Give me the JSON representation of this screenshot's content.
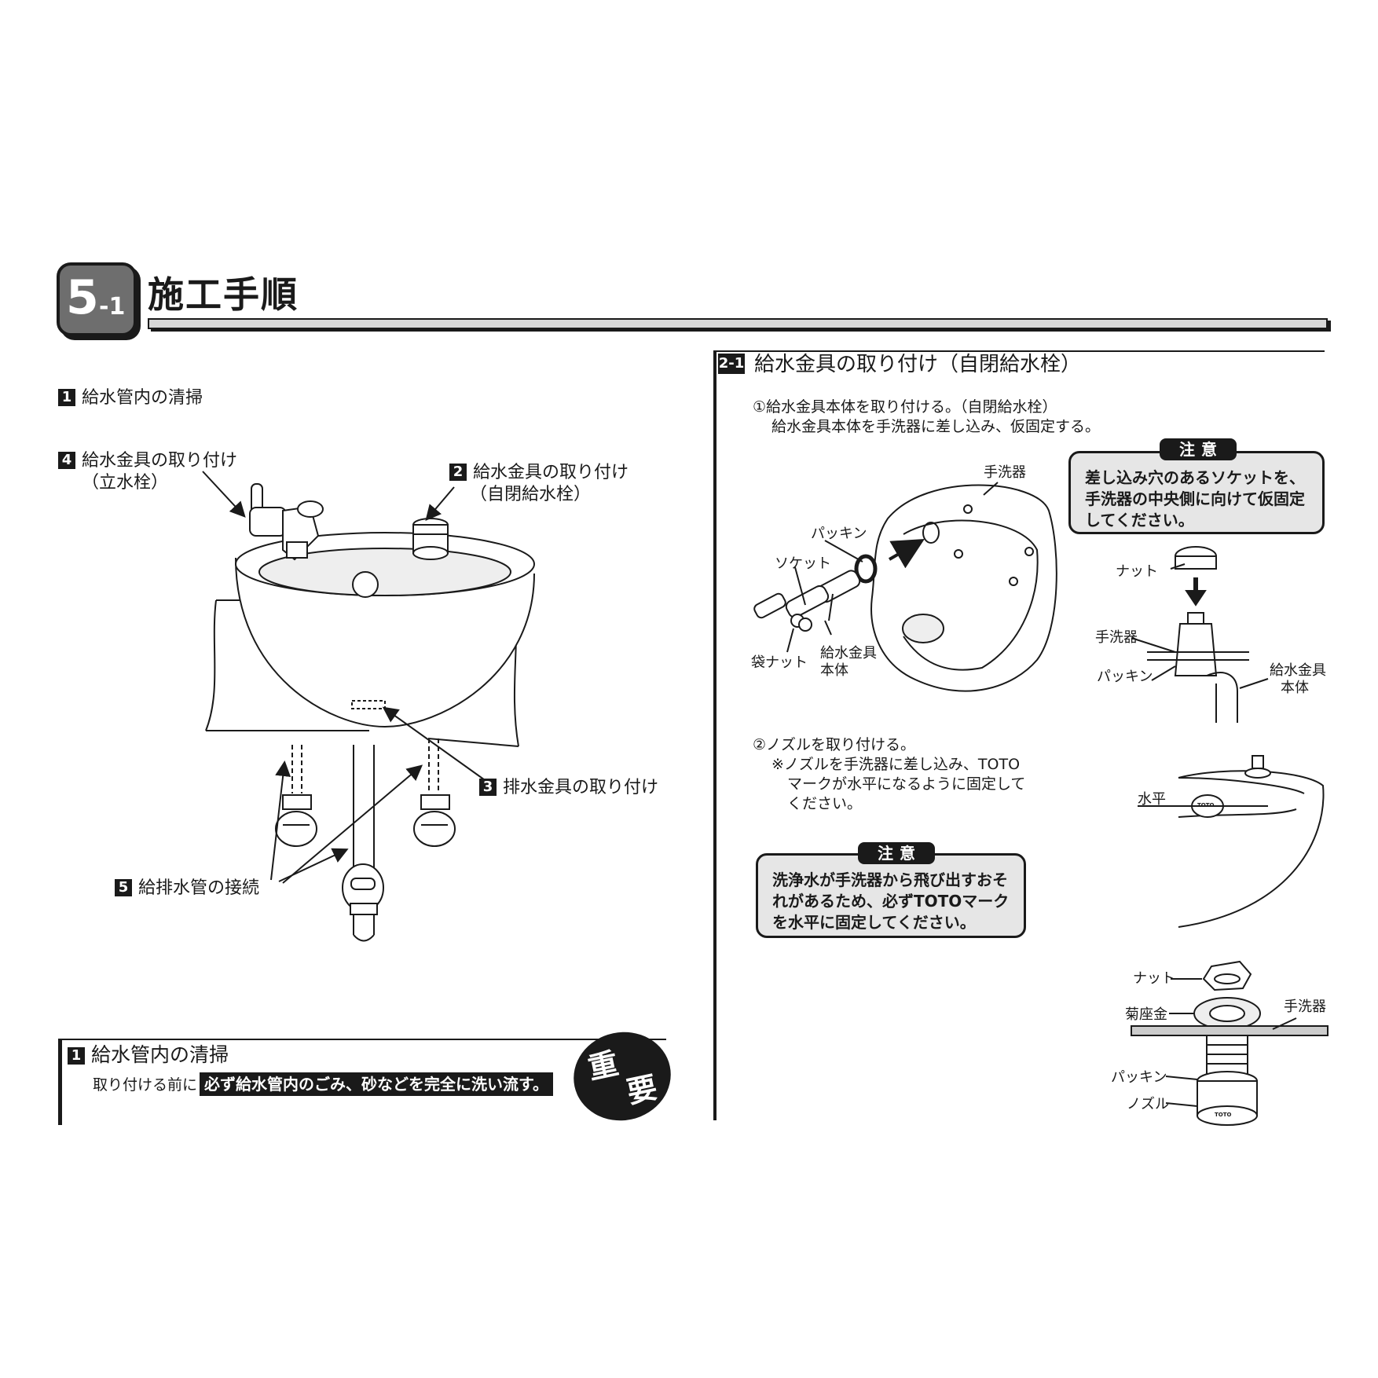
{
  "header": {
    "section_num": "5",
    "section_sub": "-1",
    "title": "施工手順"
  },
  "left": {
    "step1_heading": {
      "num": "1",
      "text": "給水管内の清掃"
    },
    "callouts": {
      "c4": {
        "num": "4",
        "line1": "給水金具の取り付け",
        "line2": "（立水栓）"
      },
      "c2": {
        "num": "2",
        "line1": "給水金具の取り付け",
        "line2": "（自閉給水栓）"
      },
      "c3": {
        "num": "3",
        "line1": "排水金具の取り付け"
      },
      "c5": {
        "num": "5",
        "line1": "給排水管の接続"
      }
    },
    "notice": {
      "num": "1",
      "title": "給水管内の清掃",
      "pre": "取り付ける前に",
      "highlight": "必ず給水管内のごみ、砂などを完全に洗い流す。",
      "important_1": "重",
      "important_2": "要"
    }
  },
  "right": {
    "section_badge": "2-1",
    "section_title": "給水金具の取り付け（自閉給水栓）",
    "step1": {
      "line1": "①給水金具本体を取り付ける。（自閉給水栓）",
      "line2": "給水金具本体を手洗器に差し込み、仮固定する。"
    },
    "caution1": {
      "tag": "注意",
      "lines": [
        "差し込み穴のあるソケットを、",
        "手洗器の中央側に向けて仮固定",
        "してください。"
      ]
    },
    "fig1_labels": {
      "tearai": "手洗器",
      "packing": "パッキン",
      "socket": "ソケット",
      "fukuro_nut": "袋ナット",
      "kyusui_1": "給水金具",
      "kyusui_2": "本体"
    },
    "fig2_labels": {
      "nut": "ナット",
      "tearai": "手洗器",
      "packing": "パッキン",
      "kyusui_1": "給水金具",
      "kyusui_2": "本体"
    },
    "step2": {
      "line1": "②ノズルを取り付ける。",
      "line2": "※ノズルを手洗器に差し込み、TOTO",
      "line3": "マークが水平になるように固定して",
      "line4": "ください。"
    },
    "fig3_labels": {
      "suihei": "水平",
      "mark": "TOTO"
    },
    "caution2": {
      "tag": "注意",
      "lines": [
        "洗浄水が手洗器から飛び出すおそ",
        "れがあるため、必ずTOTOマーク",
        "を水平に固定してください。"
      ]
    },
    "fig4_labels": {
      "nut": "ナット",
      "kikuzagane": "菊座金",
      "tearai": "手洗器",
      "packing": "パッキン",
      "nozzle": "ノズル",
      "mark": "TOTO"
    }
  }
}
